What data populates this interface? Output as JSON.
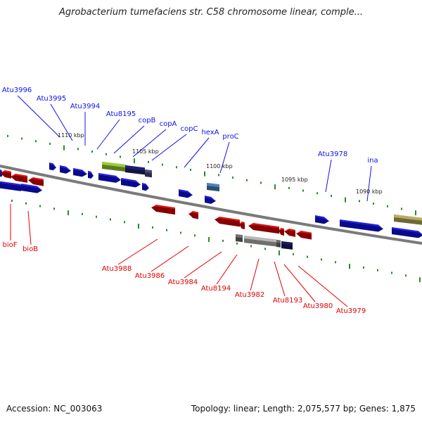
{
  "title": "Agrobacterium tumefaciens str. C58 chromosome linear, comple...",
  "footer": {
    "accession": "Accession: NC_003063",
    "summary": "Topology: linear; Length: 2,075,577 bp; Genes: 1,875"
  },
  "colors": {
    "forward": "#1010e8",
    "reverse": "#e00000",
    "backbone": "#7a7a7a",
    "tick": "#2a8a2a"
  },
  "scale_labels": [
    "1110 kbp",
    "1105 kbp",
    "1100 kbp",
    "1095 kbp",
    "1090 kbp"
  ],
  "forward_labels": [
    "Atu3996",
    "Atu3995",
    "Atu3994",
    "Atu8195",
    "copB",
    "copA",
    "copC",
    "hexA",
    "proC",
    "Atu3978",
    "ina"
  ],
  "reverse_labels": [
    "bioF",
    "bioB",
    "Atu3988",
    "Atu3986",
    "Atu3984",
    "Atu8194",
    "Atu3982",
    "Atu8193",
    "Atu3980",
    "Atu3979"
  ]
}
